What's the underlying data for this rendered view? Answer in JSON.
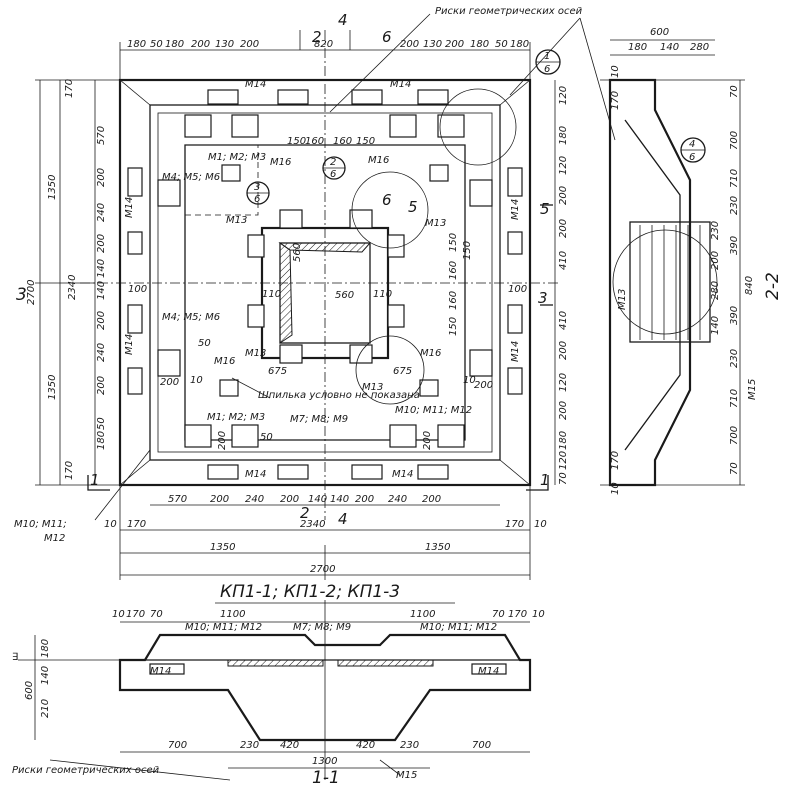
{
  "drawing": {
    "titles": {
      "axes_marks_top": "Риски геометрических осей",
      "axes_marks_bottom": "Риски геометрических осей",
      "sections_caption": "КП1-1; КП1-2; КП1-3",
      "section_1_1": "1-1",
      "section_2_2": "2-2",
      "pin_label": "Шпилька условно не показана"
    },
    "top_dims": [
      "180",
      "50",
      "180",
      "200",
      "130",
      "200",
      "820",
      "200",
      "130",
      "200",
      "180",
      "50",
      "180"
    ],
    "top_marks": [
      "2",
      "4",
      "6"
    ],
    "left_dims": [
      "170",
      "570",
      "200",
      "240",
      "200",
      "140",
      "140",
      "200",
      "240",
      "200",
      "50",
      "180",
      "170"
    ],
    "left_totals": [
      "1350",
      "2340",
      "1350",
      "2700"
    ],
    "right_dims": [
      "120",
      "180",
      "120",
      "200",
      "200",
      "410",
      "150",
      "410",
      "200",
      "120",
      "200",
      "180",
      "120",
      "70"
    ],
    "bottom_dims": [
      "570",
      "200",
      "240",
      "200",
      "140",
      "140",
      "200",
      "240",
      "200"
    ],
    "bottom_totals": {
      "left_170": "170",
      "right_170": "170",
      "ten_left": "10",
      "ten_right": "10",
      "span_2340": "2340",
      "half_left": "1350",
      "half_right": "1350",
      "full": "2700"
    },
    "center_dims": {
      "top_row": [
        "150",
        "160",
        "160",
        "150"
      ],
      "center_width": "560",
      "side_110_left": "110",
      "side_110_right": "110",
      "v_560": "560",
      "v_150_a": "150",
      "v_160_a": "160",
      "v_160_b": "160",
      "v_150_b": "150",
      "d675_left": "675",
      "d675_right": "675"
    },
    "marks": {
      "m14_top_left": "М14",
      "m14_top_right": "М14",
      "m14_bot_left": "М14",
      "m14_bot_right": "М14",
      "m14_left_upper": "М14",
      "m14_left_lower": "М14",
      "m14_right_upper": "М14",
      "m14_right_lower": "М14",
      "m1m2m3_top": "М1; М2; М3",
      "m1m2m3_bot": "М1; М2; М3",
      "m4m5m6_top": "М4; М5; М6",
      "m4m5m6_bot": "М4; М5; М6",
      "m7m8m9": "М7; М8; М9",
      "m10m11m12_right": "М10; М11; М12",
      "m10m11m12_left": "М10; М11;",
      "m12_left": "М12",
      "m13_a": "М13",
      "m13_b": "М13",
      "m13_c": "М13",
      "m13_d": "М13",
      "m16_a": "М16",
      "m16_b": "М16",
      "m16_c": "М16",
      "m16_d": "М16",
      "num_100_a": "100",
      "num_100_b": "100",
      "num_200_a": "200",
      "num_200_b": "200",
      "num_200_c": "200",
      "num_200_d": "200",
      "num_50_a": "50",
      "num_50_b": "50",
      "num_10_a": "10",
      "num_10_b": "10"
    },
    "section_marks": {
      "s1_left": "1",
      "s1_right": "1",
      "s3_left": "3",
      "s3_right": "3",
      "s5_left": "5",
      "s5_right": "5",
      "s6": "6",
      "s2": "2",
      "s4": "4",
      "c1_top": "1",
      "c1_bot": "6",
      "c2_top": "2",
      "c2_bot": "6",
      "c3_top": "3",
      "c3_bot": "6",
      "c4_top": "4",
      "c4_bot": "6"
    },
    "side_view": {
      "top_dims": [
        "600",
        "180",
        "140",
        "280"
      ],
      "right_dims": [
        "70",
        "700",
        "710",
        "230",
        "390",
        "840",
        "390",
        "230",
        "710",
        "700",
        "70"
      ],
      "inner": [
        "200",
        "280",
        "140",
        "230"
      ],
      "left_marks": [
        "10",
        "170",
        "10",
        "170"
      ],
      "m13": "М13",
      "m15": "М15"
    },
    "section_view": {
      "top_dims": [
        "10",
        "170",
        "70",
        "1100",
        "1100",
        "70",
        "170",
        "10"
      ],
      "left_dims": [
        "180",
        "140",
        "600",
        "210"
      ],
      "bottom_dims": [
        "700",
        "230",
        "420",
        "420",
        "230",
        "700"
      ],
      "bottom_total": "1300",
      "marks": {
        "m10_left": "М10; М11; М12",
        "m7": "М7; М8; М9",
        "m10_right": "М10; М11; М12",
        "m14_left": "М14",
        "m14_right": "М14",
        "m15": "М15"
      }
    }
  }
}
